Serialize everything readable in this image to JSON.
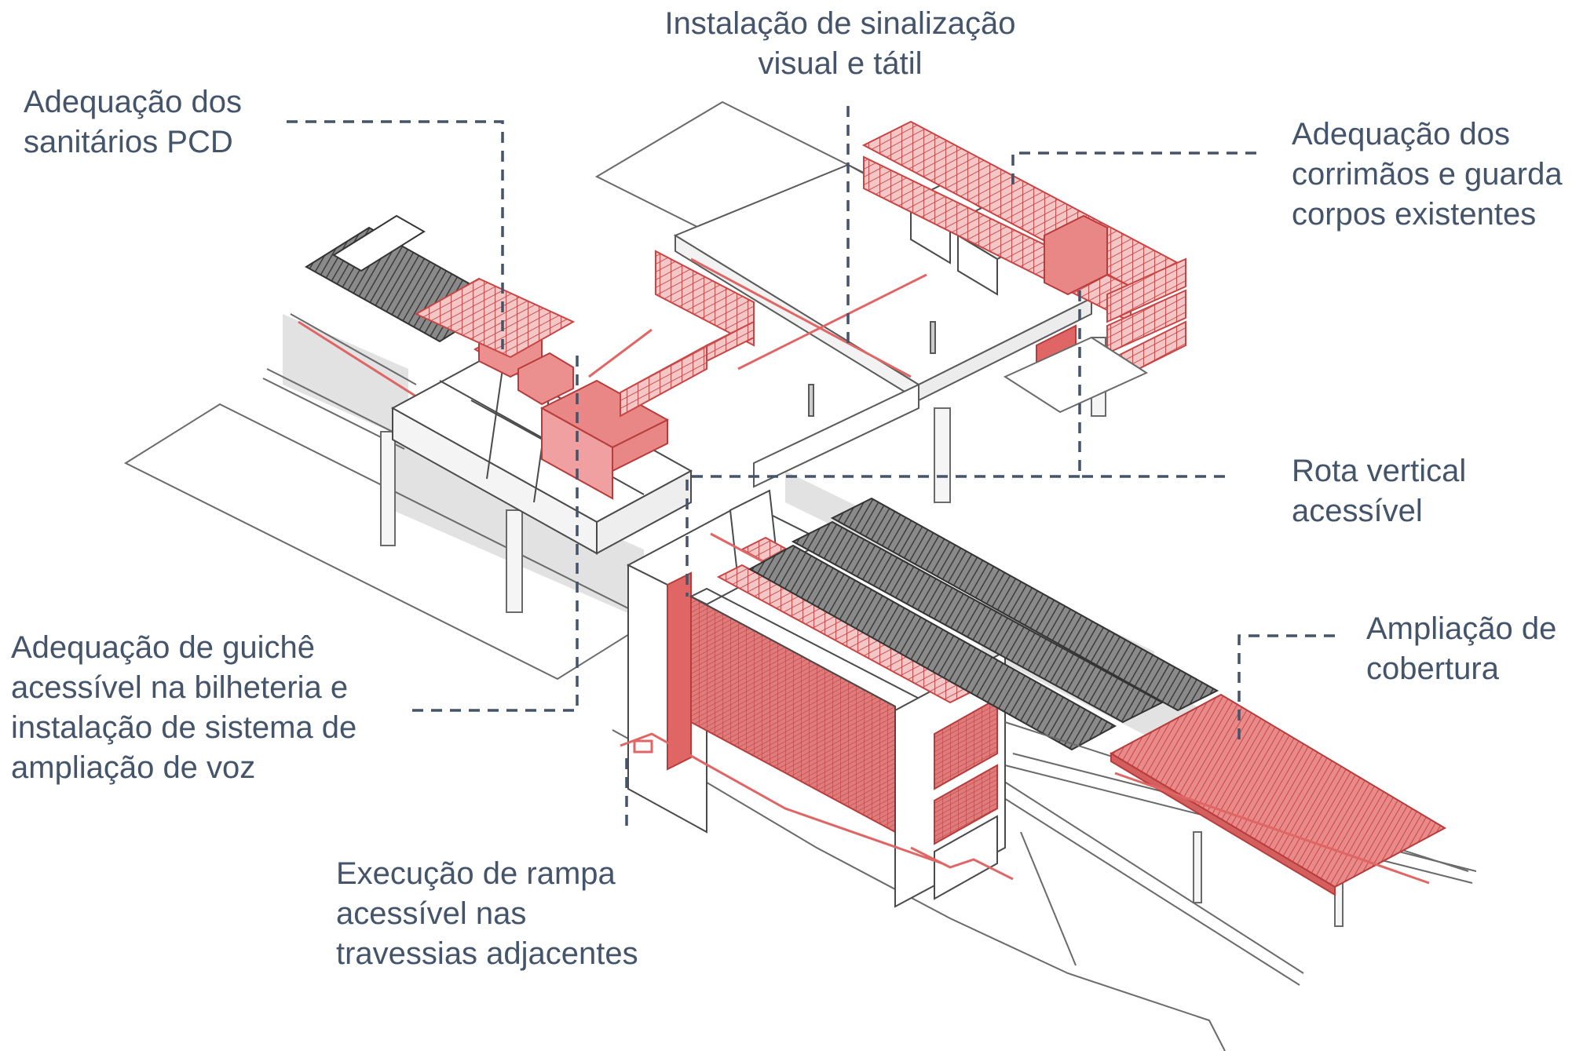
{
  "annotations": {
    "signage": {
      "lines": [
        "Instalação de sinalização",
        "visual e tátil"
      ]
    },
    "restrooms": {
      "lines": [
        "Adequação dos",
        "sanitários PCD"
      ]
    },
    "handrails": {
      "lines": [
        "Adequação dos",
        "corrimãos e guarda",
        "corpos existentes"
      ]
    },
    "vertical_route": {
      "lines": [
        "Rota vertical",
        "acessível"
      ]
    },
    "roof_extension": {
      "lines": [
        "Ampliação de",
        "cobertura"
      ]
    },
    "ticket_booth": {
      "lines": [
        "Adequação de guichê",
        "acessível na bilheteria e",
        "instalação de sistema de",
        "ampliação de voz"
      ]
    },
    "ramp": {
      "lines": [
        "Execução de rampa",
        "acessível nas",
        "travessias adjacentes"
      ]
    }
  },
  "colors": {
    "text": "#44546a",
    "leader": "#44546a",
    "highlight": "#e06666",
    "highlight_fill": "#f2b8b8",
    "line": "#5a5a5a",
    "roof": "#555555"
  }
}
